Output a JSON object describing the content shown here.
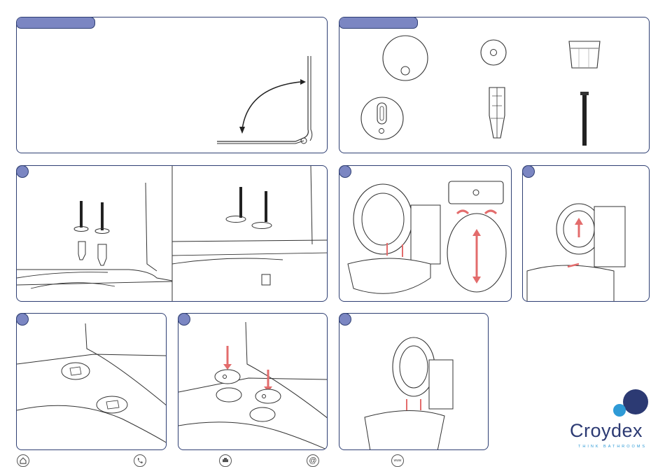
{
  "brand": {
    "name": "Croydex",
    "tagline": "THINK BATHROOMS",
    "colors": {
      "navy": "#2c3a73",
      "sky": "#2e9ad6",
      "panel_tab": "#7b86c2",
      "arrow": "#e36c6c"
    }
  },
  "panels": {
    "hinge_angle": {
      "tab_label": ""
    },
    "parts": {
      "tab_label": ""
    },
    "step_1": {
      "number": ""
    },
    "step_2": {
      "number": ""
    },
    "step_3": {
      "number": ""
    },
    "step_4": {
      "number": ""
    },
    "step_5": {
      "number": ""
    },
    "step_6": {
      "number": ""
    }
  },
  "footer_icons": [
    "home-icon",
    "phone-icon",
    "print-icon",
    "email-icon",
    "www-icon"
  ],
  "footer": {
    "www_label": "www"
  }
}
